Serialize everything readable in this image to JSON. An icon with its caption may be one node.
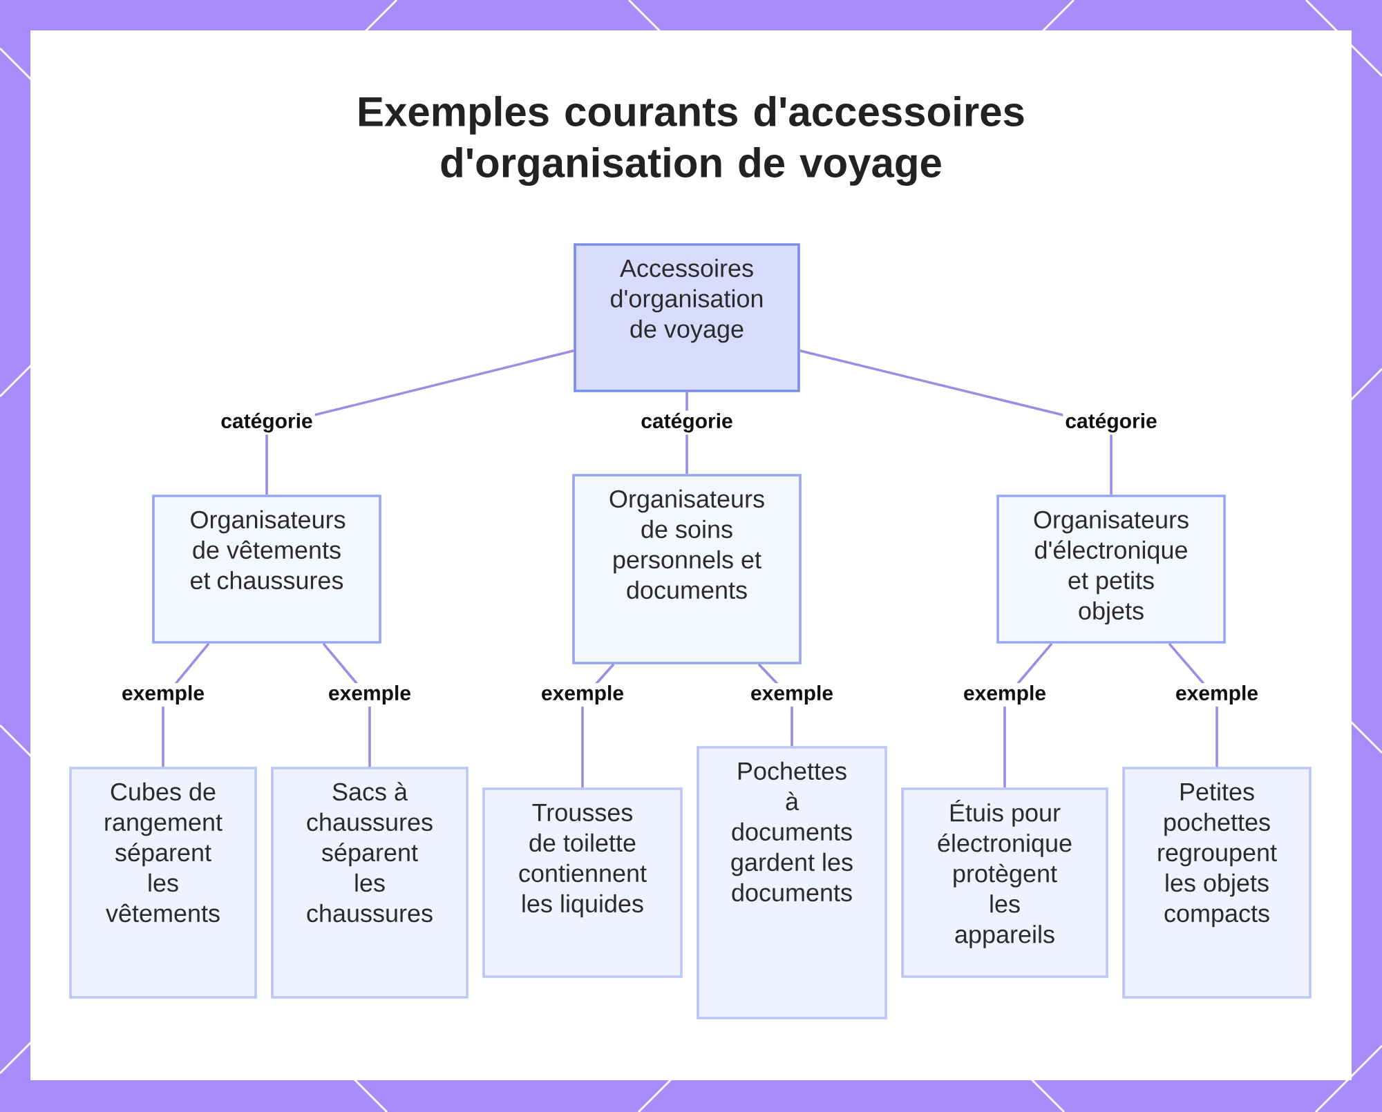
{
  "diagram": {
    "title": "Exemples courants d'accessoires d'organisation de voyage",
    "nodes": [
      {
        "text": [
          "Accessoires d'organisation de voyage"
        ]
      },
      {
        "text": [
          "Organisateurs de vêtements et chaussures"
        ]
      },
      {
        "text": [
          "Organisateurs de soins personnels et documents"
        ]
      },
      {
        "text": [
          "Organisateurs d'électronique et petits objets"
        ]
      },
      {
        "text": [
          "Cubes de rangement séparent les vêtements"
        ]
      },
      {
        "text": [
          "Sacs à chaussures séparent les chaussures"
        ]
      },
      {
        "text": [
          "Trousses de toilette contiennent les liquides"
        ]
      },
      {
        "text": [
          "Pochettes à documents gardent les documents"
        ]
      },
      {
        "text": [
          "Étuis pour électronique protègent les appareils"
        ]
      },
      {
        "text": [
          "Petites pochettes regroupent les objets compacts"
        ]
      }
    ],
    "edges": [
      {
        "from": 0,
        "to": 1,
        "arrow": "none",
        "label": "catégorie"
      },
      {
        "from": 0,
        "to": 2,
        "arrow": "none",
        "label": "catégorie"
      },
      {
        "from": 0,
        "to": 3,
        "arrow": "none",
        "label": "catégorie"
      },
      {
        "from": 1,
        "to": 4,
        "arrow": "none",
        "label": "exemple"
      },
      {
        "from": 1,
        "to": 5,
        "arrow": "none",
        "label": "exemple"
      },
      {
        "from": 2,
        "to": 6,
        "arrow": "none",
        "label": "exemple"
      },
      {
        "from": 2,
        "to": 7,
        "arrow": "none",
        "label": "exemple"
      },
      {
        "from": 3,
        "to": 8,
        "arrow": "none",
        "label": "exemple"
      },
      {
        "from": 3,
        "to": 9,
        "arrow": "none",
        "label": "exemple"
      }
    ]
  }
}
